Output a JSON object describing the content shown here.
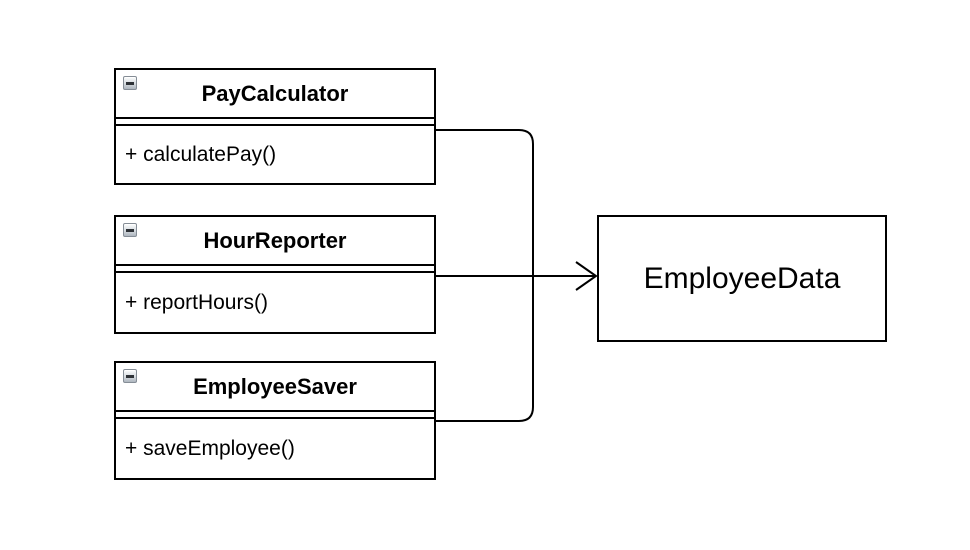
{
  "diagram": {
    "type": "uml-class-diagram",
    "background_color": "#ffffff",
    "stroke_color": "#000000",
    "classes": [
      {
        "name": "PayCalculator",
        "methods": [
          "+ calculatePay()"
        ]
      },
      {
        "name": "HourReporter",
        "methods": [
          "+ reportHours()"
        ]
      },
      {
        "name": "EmployeeSaver",
        "methods": [
          "+ saveEmployee()"
        ]
      }
    ],
    "target_class": {
      "name": "EmployeeData"
    },
    "relationships": [
      {
        "from": "PayCalculator",
        "to": "EmployeeData",
        "line": "solid",
        "arrowhead": "open"
      },
      {
        "from": "HourReporter",
        "to": "EmployeeData",
        "line": "solid",
        "arrowhead": "open"
      },
      {
        "from": "EmployeeSaver",
        "to": "EmployeeData",
        "line": "solid",
        "arrowhead": "open"
      }
    ],
    "collapse_button": {
      "icon": "minus-icon",
      "state": "expanded"
    }
  }
}
